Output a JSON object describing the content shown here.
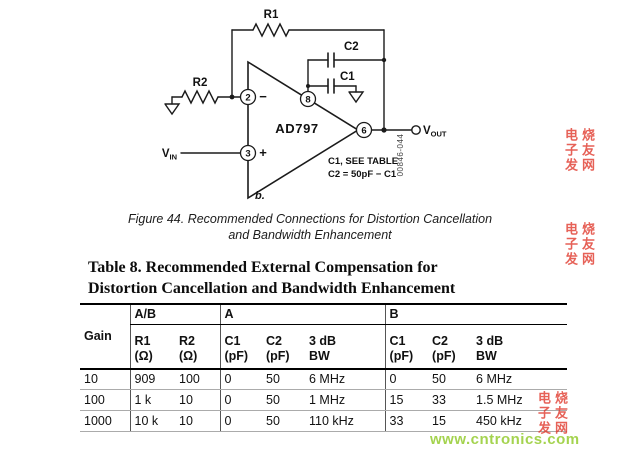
{
  "schematic": {
    "opamp_label": "AD797",
    "pins": {
      "inv": "2",
      "noninv": "3",
      "out": "6",
      "comp": "8"
    },
    "minus_sign": "−",
    "plus_sign": "+",
    "r1_label": "R1",
    "r2_label": "R2",
    "c1_label": "C1",
    "c2_label": "C2",
    "vin_main": "V",
    "vin_sub": "IN",
    "vout_main": "V",
    "vout_sub": "OUT",
    "note_line1": "C1, SEE TABLE",
    "note_line2": "C2 = 50pF − C1",
    "variant_label": "b.",
    "doc_number": "00846-044"
  },
  "figure_caption": {
    "line1": "Figure 44. Recommended Connections for Distortion Cancellation",
    "line2": "and Bandwidth Enhancement"
  },
  "table_title": {
    "line1": "Table 8. Recommended External Compensation for",
    "line2": "Distortion Cancellation and Bandwidth Enhancement"
  },
  "table": {
    "group_headers": [
      "A/B",
      "A",
      "B"
    ],
    "cols": [
      {
        "t": "Gain",
        "u": ""
      },
      {
        "t": "R1",
        "u": "(Ω)"
      },
      {
        "t": "R2",
        "u": "(Ω)"
      },
      {
        "t": "C1",
        "u": "(pF)"
      },
      {
        "t": "C2",
        "u": "(pF)"
      },
      {
        "t": "3 dB",
        "u": "BW"
      },
      {
        "t": "C1",
        "u": "(pF)"
      },
      {
        "t": "C2",
        "u": "(pF)"
      },
      {
        "t": "3 dB",
        "u": "BW"
      }
    ],
    "rows": [
      [
        "10",
        "909",
        "100",
        "0",
        "50",
        "6 MHz",
        "0",
        "50",
        "6 MHz"
      ],
      [
        "100",
        "1 k",
        "10",
        "0",
        "50",
        "1 MHz",
        "15",
        "33",
        "1.5 MHz"
      ],
      [
        "1000",
        "10 k",
        "10",
        "0",
        "50",
        "110 kHz",
        "33",
        "15",
        "450 kHz"
      ]
    ]
  },
  "watermarks": {
    "site": "www.cntronics.com",
    "site_color": "#9bcf3c",
    "stamp_color": "#e03a2e",
    "stamp_col1": "电子发",
    "stamp_col2": "烧友网"
  }
}
